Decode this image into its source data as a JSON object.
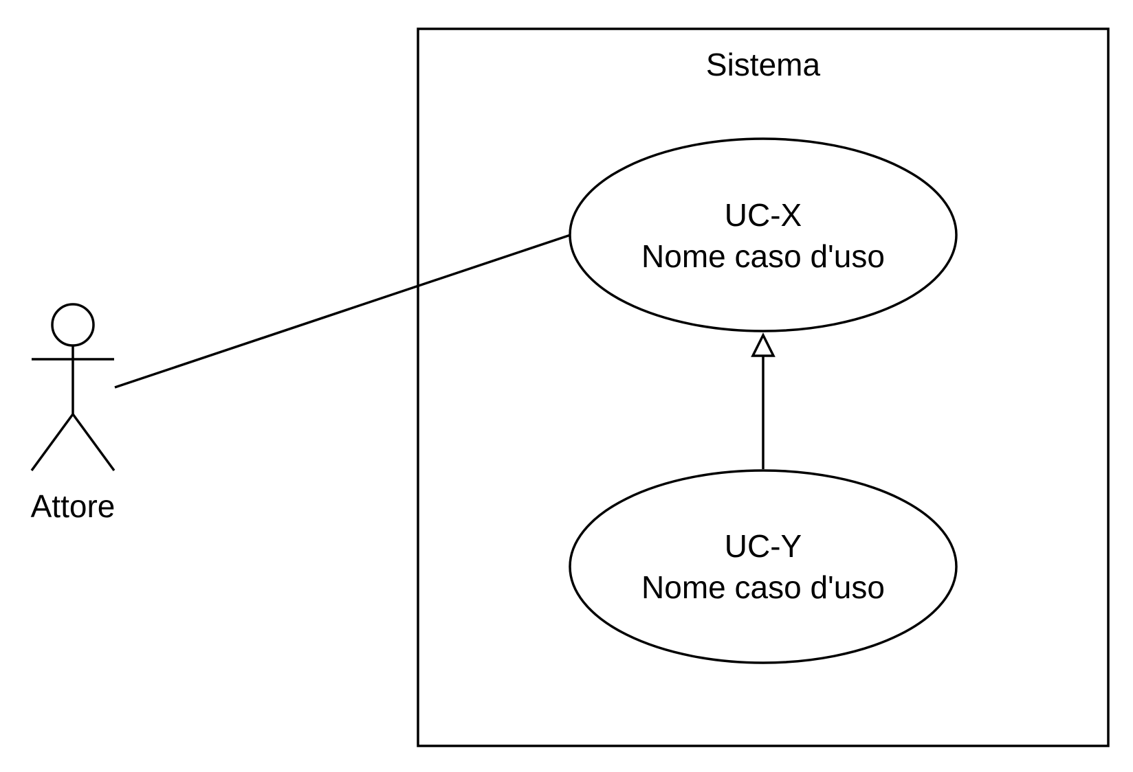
{
  "system": {
    "label": "Sistema"
  },
  "actor": {
    "label": "Attore"
  },
  "use_cases": [
    {
      "id": "UC-X",
      "name": "Nome caso d'uso"
    },
    {
      "id": "UC-Y",
      "name": "Nome caso d'uso"
    }
  ],
  "relations": [
    {
      "type": "association",
      "from": "Attore",
      "to": "UC-X"
    },
    {
      "type": "generalization",
      "from": "UC-Y",
      "to": "UC-X"
    }
  ],
  "colors": {
    "stroke": "#000000",
    "background": "#ffffff"
  }
}
